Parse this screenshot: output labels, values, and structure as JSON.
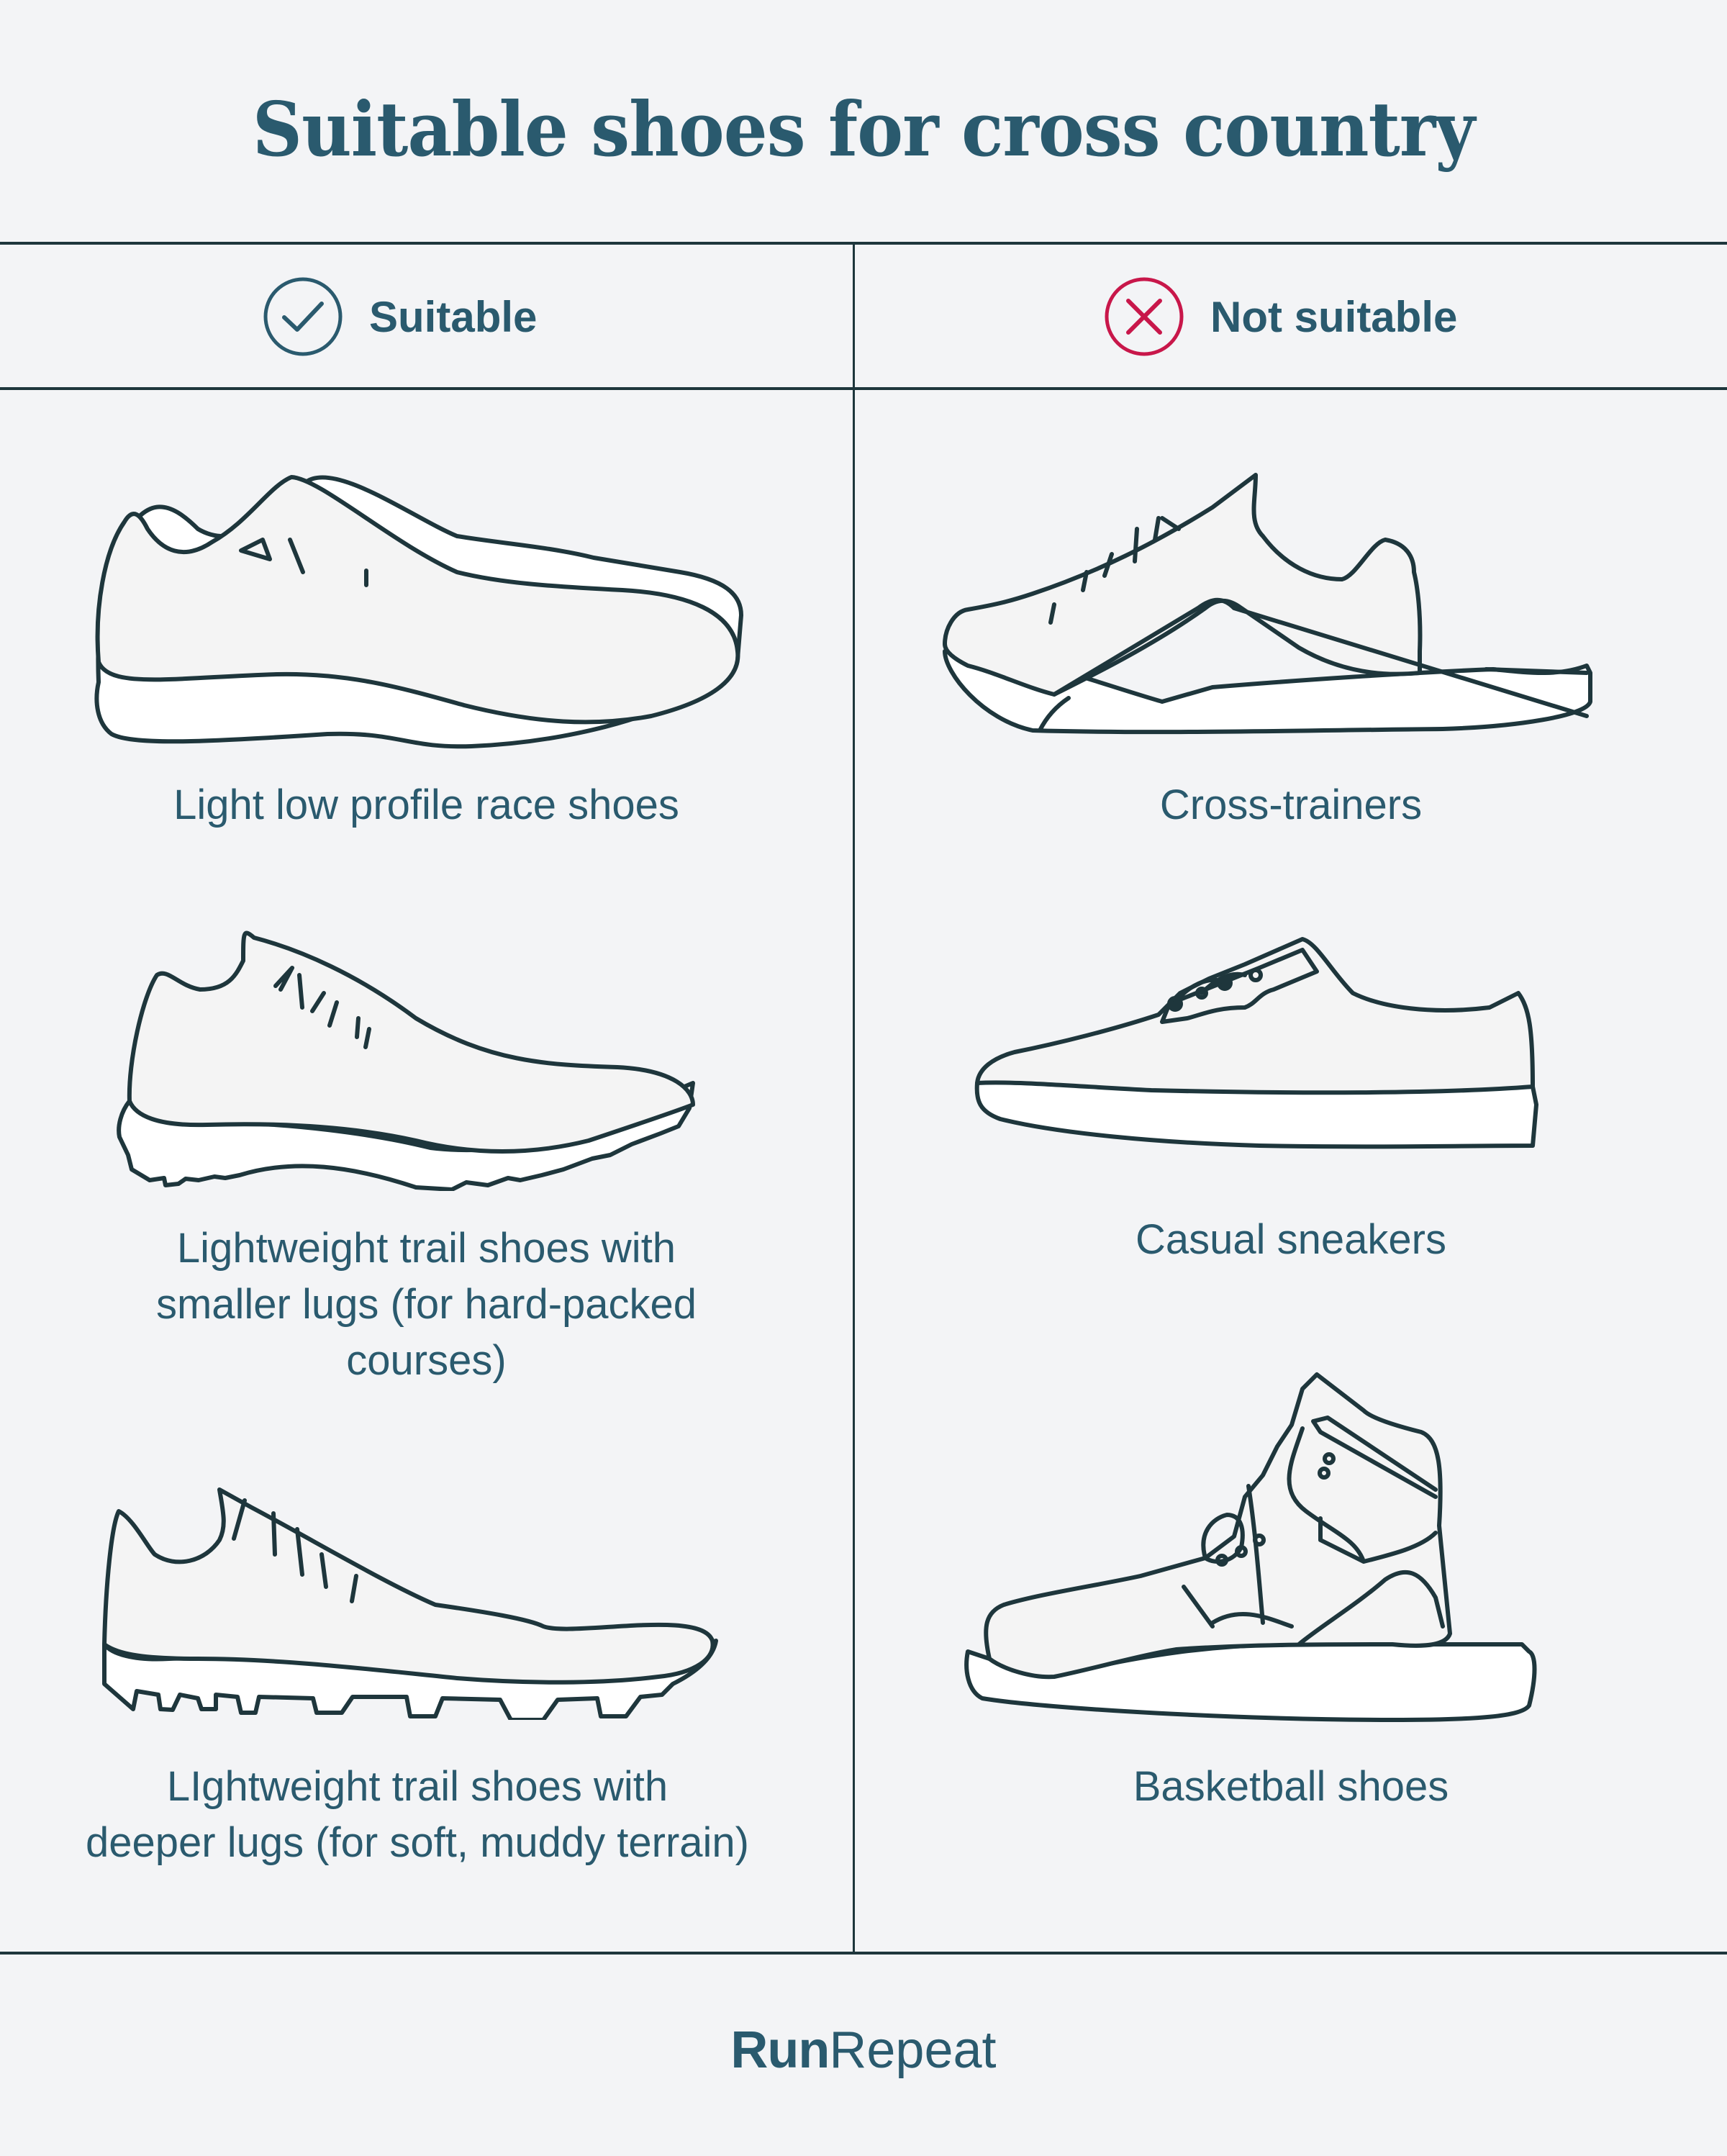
{
  "title": "Suitable shoes for cross country",
  "columns": [
    {
      "header": "Suitable",
      "icon": "check-circle-icon",
      "icon_color": "#2a5a6e",
      "items": [
        {
          "caption_lines": [
            "Light low profile race shoes"
          ],
          "icon": "race-shoe-icon"
        },
        {
          "caption_lines": [
            "Lightweight trail shoes with",
            "smaller lugs (for hard-packed",
            "courses)"
          ],
          "icon": "trail-shoe-small-lugs-icon"
        },
        {
          "caption_lines": [
            "LIghtweight trail shoes with",
            "deeper lugs (for soft, muddy terrain)"
          ],
          "icon": "trail-shoe-deep-lugs-icon"
        }
      ]
    },
    {
      "header": "Not suitable",
      "icon": "x-circle-icon",
      "icon_color": "#c8174a",
      "items": [
        {
          "caption_lines": [
            "Cross-trainers"
          ],
          "icon": "cross-trainer-icon"
        },
        {
          "caption_lines": [
            "Casual sneakers"
          ],
          "icon": "casual-sneaker-icon"
        },
        {
          "caption_lines": [
            "Basketball shoes"
          ],
          "icon": "basketball-shoe-icon"
        }
      ]
    }
  ],
  "footer": {
    "logo_bold": "Run",
    "logo_light": "Repeat"
  },
  "colors": {
    "text": "#2a5a6e",
    "lines": "#1e363c",
    "accent_bad": "#c8174a",
    "background": "#f3f4f6",
    "shoe_fill": "#f4f4f4"
  }
}
